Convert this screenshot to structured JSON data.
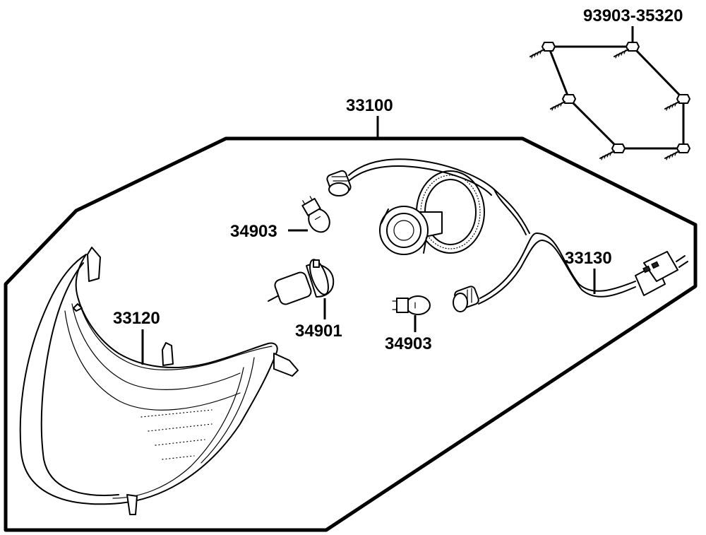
{
  "diagram": {
    "labels": {
      "assembly": "33100",
      "screws": "93903-35320",
      "bulb_upper": "34903",
      "bulb_lower": "34903",
      "main_bulb": "34901",
      "lens_housing": "33120",
      "wire_harness": "33130"
    },
    "colors": {
      "line": "#000000",
      "background": "#ffffff"
    }
  }
}
